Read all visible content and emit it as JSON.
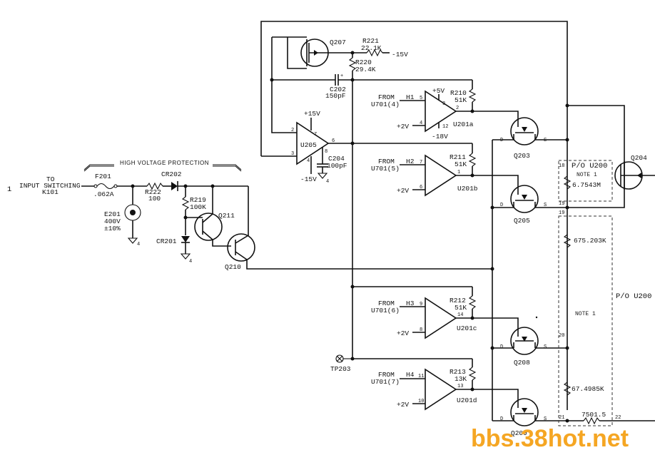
{
  "input": {
    "pin": "1",
    "line1": "TO",
    "line2": "INPUT SWITCHING",
    "line3": "K101"
  },
  "hv_protection": "HIGH VOLTAGE PROTECTION",
  "components": {
    "F201": {
      "ref": "F201",
      "value": ".062A"
    },
    "E201": {
      "ref": "E201",
      "value1": "400V",
      "value2": "±10%"
    },
    "R222": {
      "ref": "R222",
      "value": "100"
    },
    "CR202": {
      "ref": "CR202"
    },
    "CR201": {
      "ref": "CR201"
    },
    "R219": {
      "ref": "R219",
      "value": "100K"
    },
    "Q211": {
      "ref": "Q211"
    },
    "Q210": {
      "ref": "Q210"
    },
    "Q207": {
      "ref": "Q207"
    },
    "R221": {
      "ref": "R221",
      "value": "22.1K",
      "supply": "-15V"
    },
    "R220": {
      "ref": "R220",
      "value": "29.4K"
    },
    "C202": {
      "ref": "C202",
      "value": "150pF",
      "plus": "+"
    },
    "U205": {
      "ref": "U205",
      "supply_pos": "+15V",
      "supply_neg": "-15V",
      "pin2": "2",
      "pin3": "3",
      "pin4": "4",
      "pin6": "6",
      "pin7": "7",
      "pin8": "8"
    },
    "C204": {
      "ref": "C204",
      "value": "100pF"
    },
    "R210": {
      "ref": "R210",
      "value": "51K"
    },
    "R211": {
      "ref": "R211",
      "value": "51K"
    },
    "R212": {
      "ref": "R212",
      "value": "51K"
    },
    "R213": {
      "ref": "R213",
      "value": "13K"
    },
    "U201a": {
      "ref": "U201a",
      "supply_pos": "+5V",
      "supply_neg": "-18V",
      "pin_a": "5",
      "pin_b": "3",
      "pin_c": "4",
      "pin_d": "12",
      "pin_out": "2"
    },
    "U201b": {
      "ref": "U201b",
      "pin_a": "7",
      "pin_c": "6",
      "pin_out": "1"
    },
    "U201c": {
      "ref": "U201c",
      "pin_a": "9",
      "pin_c": "8",
      "pin_out": "14"
    },
    "U201d": {
      "ref": "U201d",
      "pin_a": "11",
      "pin_c": "10",
      "pin_out": "13"
    },
    "Q203": {
      "ref": "Q203"
    },
    "Q205": {
      "ref": "Q205"
    },
    "Q208": {
      "ref": "Q208"
    },
    "Q209": {
      "ref": "Q209"
    },
    "Q204": {
      "ref": "Q204"
    },
    "TP203": {
      "ref": "TP203"
    }
  },
  "controls": [
    {
      "name": "H1",
      "from": "FROM",
      "src": "U701(4)",
      "supply": "+2V"
    },
    {
      "name": "H2",
      "from": "FROM",
      "src": "U701(5)",
      "supply": "+2V"
    },
    {
      "name": "H3",
      "from": "FROM",
      "src": "U701(6)",
      "supply": "+2V"
    },
    {
      "name": "H4",
      "from": "FROM",
      "src": "U701(7)",
      "supply": "+2V"
    }
  ],
  "fet_terms": {
    "d": "D",
    "s": "S"
  },
  "ground_pin": "4",
  "network": {
    "title": "P/O U200",
    "note": "NOTE 1",
    "r_top": "6.7543M",
    "r_a": "675.203K",
    "r_b": "67.4985K",
    "r_c": "7501.5",
    "pins": [
      "18",
      "19",
      "19",
      "20",
      "21",
      "22"
    ]
  },
  "watermark": "bbs.38hot.net"
}
